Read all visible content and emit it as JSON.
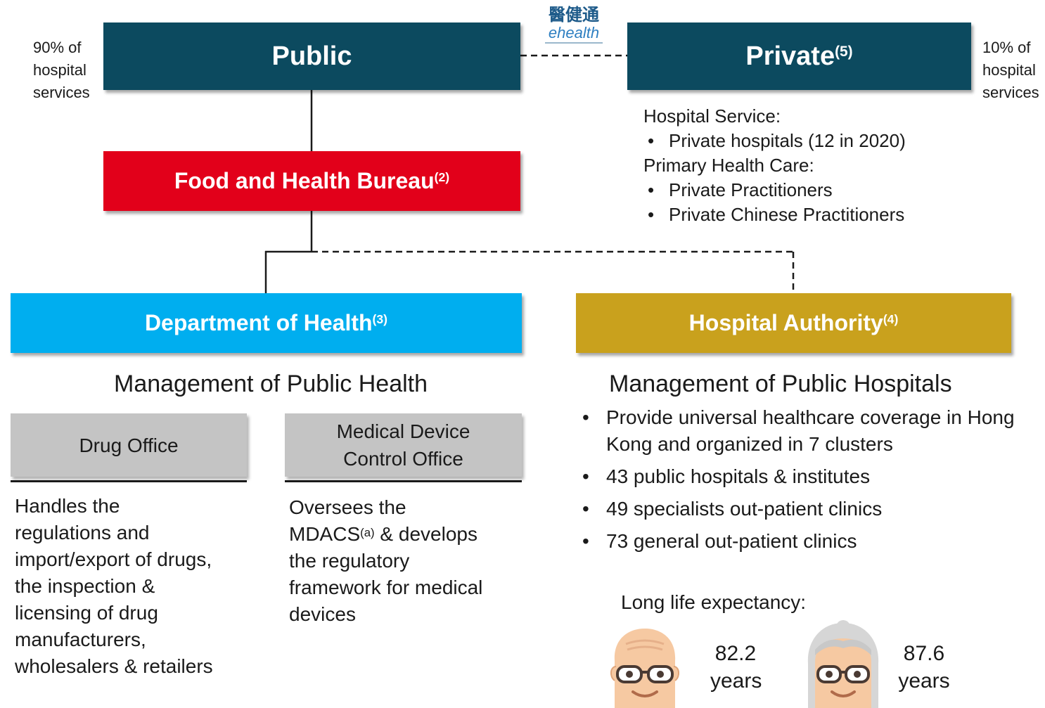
{
  "colors": {
    "public": "#0c4a5f",
    "private": "#0c4a5f",
    "fhb": "#e2001a",
    "doh": "#00aeef",
    "ha": "#c9a11d",
    "gray": "#c4c4c4"
  },
  "logo": {
    "chinese": "醫健通",
    "latin": "ehealth"
  },
  "public": {
    "label": "Public",
    "share_line1": "90% of",
    "share_line2": "hospital",
    "share_line3": "services"
  },
  "private": {
    "label": "Private",
    "note": "(5)",
    "share_line1": "10% of",
    "share_line2": "hospital",
    "share_line3": "services",
    "hospital_heading": "Hospital Service:",
    "hospital_items": [
      "Private hospitals (12 in 2020)"
    ],
    "primary_heading": "Primary Health Care:",
    "primary_items": [
      "Private Practitioners",
      "Private Chinese Practitioners"
    ]
  },
  "fhb": {
    "label": "Food and Health Bureau",
    "note": "(2)"
  },
  "doh": {
    "label": "Department of Health",
    "note": "(3)",
    "heading": "Management of Public Health",
    "drug_office": {
      "label": "Drug Office",
      "lines": [
        "Handles the",
        "regulations and",
        "import/export of drugs,",
        "the inspection &",
        "licensing of drug",
        "manufacturers,",
        "wholesalers & retailers"
      ]
    },
    "mdco": {
      "label_line1": "Medical Device",
      "label_line2": "Control Office",
      "line1": "Oversees the",
      "line2_pre": "MDACS",
      "line2_note": "(a)",
      "line2_post": " & develops",
      "line3": "the regulatory",
      "line4": "framework for medical",
      "line5": "devices"
    }
  },
  "ha": {
    "label": "Hospital Authority",
    "note": "(4)",
    "heading": "Management of Public Hospitals",
    "bullets": [
      "Provide universal healthcare coverage in Hong Kong and organized in  7 clusters",
      "43 public hospitals & institutes",
      "49 specialists out-patient clinics",
      "73 general out-patient clinics"
    ]
  },
  "life_expectancy": {
    "label": "Long life expectancy:",
    "male_value": "82.2",
    "male_unit": "years",
    "female_value": "87.6",
    "female_unit": "years"
  }
}
